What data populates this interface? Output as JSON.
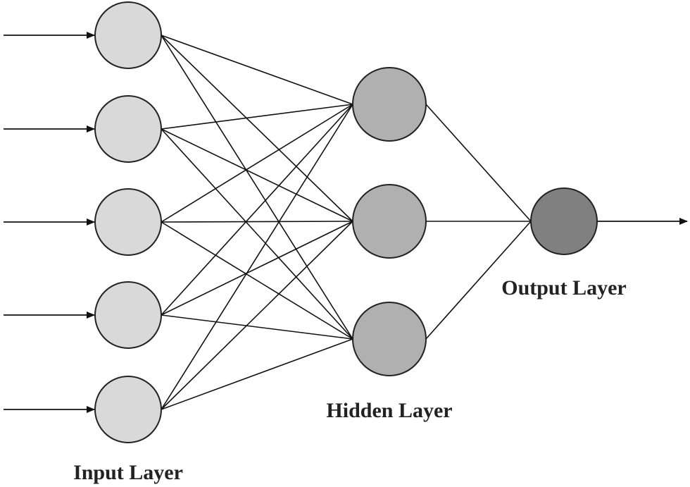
{
  "diagram": {
    "type": "feedforward-neural-network",
    "labels": {
      "input": "Input Layer",
      "hidden": "Hidden Layer",
      "output": "Output Layer"
    },
    "layers": [
      {
        "id": "input",
        "neuron_count": 5,
        "fill": "#d9d9d9"
      },
      {
        "id": "hidden",
        "neuron_count": 3,
        "fill": "#b0b0b0"
      },
      {
        "id": "output",
        "neuron_count": 1,
        "fill": "#808080"
      }
    ],
    "connectivity": "fully-connected",
    "input_arrows": 5,
    "output_arrows": 1
  }
}
